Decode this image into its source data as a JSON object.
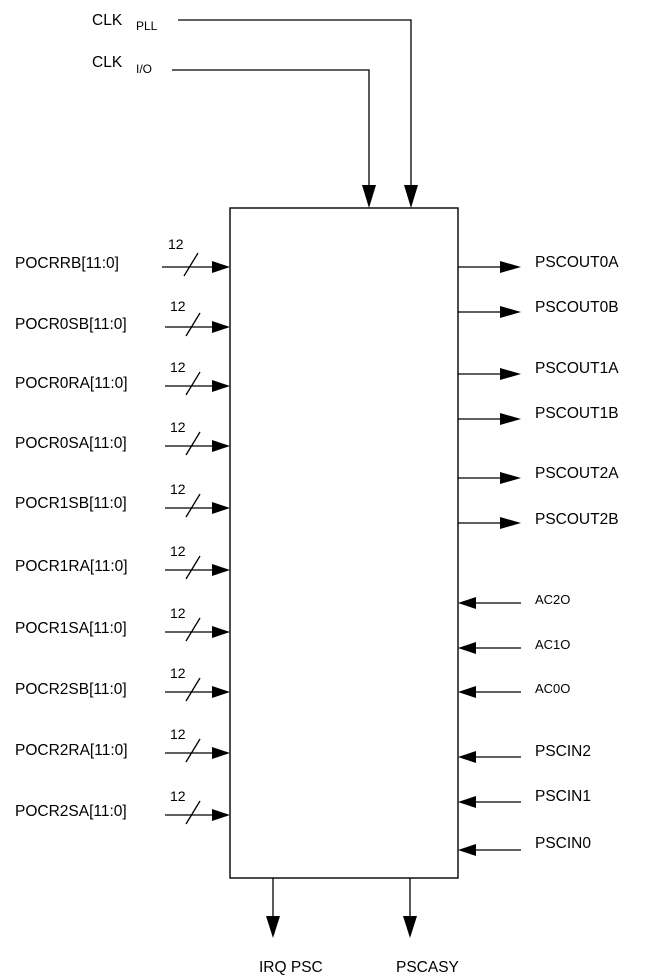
{
  "clock_inputs": [
    {
      "label": "CLK",
      "subscript": "PLL"
    },
    {
      "label": "CLK",
      "subscript": "I/O"
    }
  ],
  "bus_width": "12",
  "left_inputs": [
    "POCRRB[11:0]",
    "POCR0SB[11:0]",
    "POCR0RA[11:0]",
    "POCR0SA[11:0]",
    "POCR1SB[11:0]",
    "POCR1RA[11:0]",
    "POCR1SA[11:0]",
    "POCR2SB[11:0]",
    "POCR2RA[11:0]",
    "POCR2SA[11:0]"
  ],
  "right_outputs": [
    "PSCOUT0A",
    "PSCOUT0B",
    "PSCOUT1A",
    "PSCOUT1B",
    "PSCOUT2A",
    "PSCOUT2B"
  ],
  "right_inputs_small": [
    "AC2O",
    "AC1O",
    "AC0O"
  ],
  "right_inputs": [
    "PSCIN2",
    "PSCIN1",
    "PSCIN0"
  ],
  "bottom_outputs": [
    "IRQ PSC",
    "PSCASY"
  ]
}
